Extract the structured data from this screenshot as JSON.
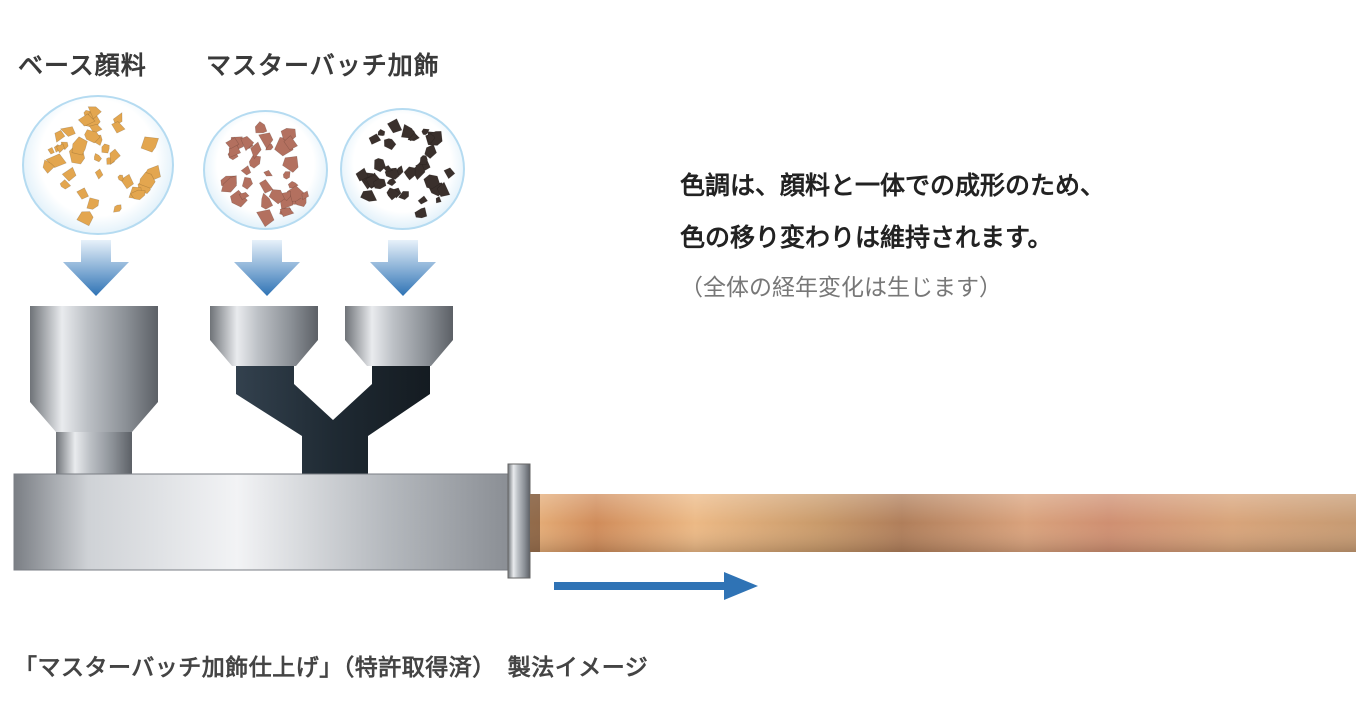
{
  "labels": {
    "base_pigment": "ベース顔料",
    "masterbatch": "マスターバッチ加飾"
  },
  "description": {
    "line1": "色調は、顔料と一体での成形のため、",
    "line2": "色の移り変わりは維持されます。",
    "line3": "（全体の経年変化は生じます）"
  },
  "caption": "「マスターバッチ加飾仕上げ」（特許取得済）　製法イメージ",
  "colors": {
    "base_particle": "#e3a64f",
    "mb1_particle": "#b3705f",
    "mb2_particle": "#3a302c",
    "arrow_blue": "#2f73b5",
    "bowl_rim": "#b5dbf1"
  },
  "icons": {
    "down_arrow": "down-arrow-icon",
    "flow_arrow": "right-arrow-icon"
  }
}
